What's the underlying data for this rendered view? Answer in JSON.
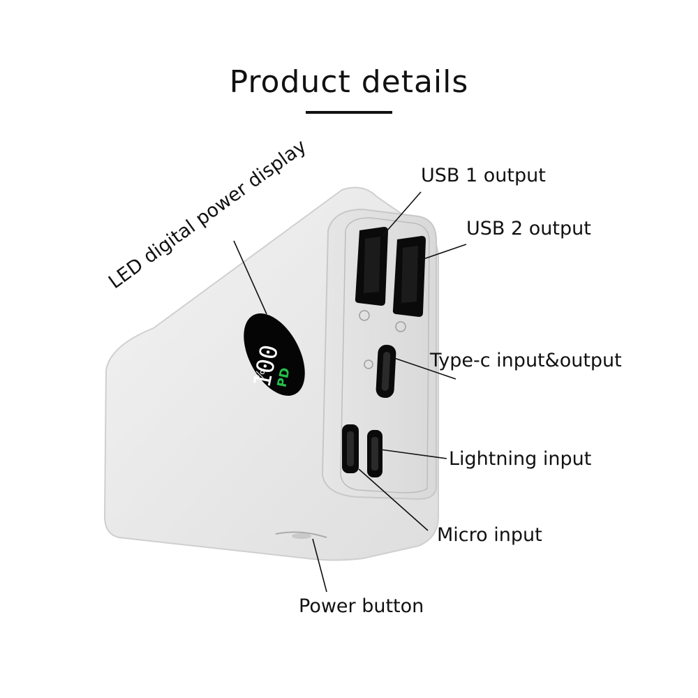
{
  "title": "Product details",
  "labels": {
    "led_display": "LED digital power display",
    "usb1": "USB 1 output",
    "usb2": "USB 2 output",
    "type_c": "Type-c input&output",
    "lightning": "Lightning input",
    "micro": "Micro input",
    "power_button": "Power button"
  },
  "display": {
    "value": "100",
    "unit": "%",
    "pd": "PD",
    "digit_color": "#ffffff",
    "pd_color": "#22c04a"
  },
  "colors": {
    "body": "#e9e9e9",
    "body_shade": "#d4d4d4",
    "port_black": "#0a0a0a",
    "line": "#111111"
  }
}
